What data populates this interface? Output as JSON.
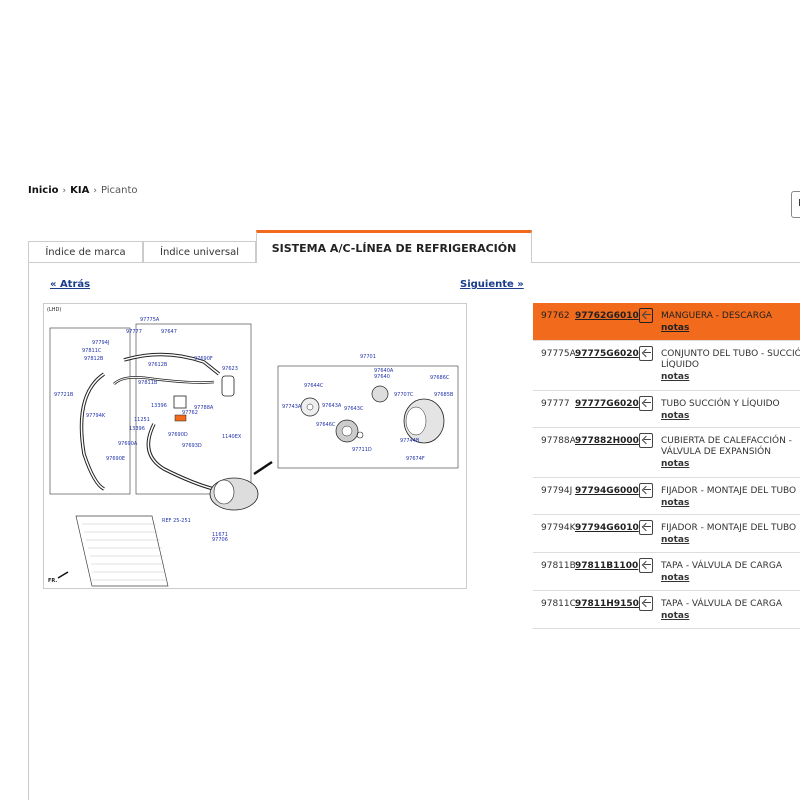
{
  "breadcrumb": {
    "home": "Inicio",
    "brand": "KIA",
    "model": "Picanto"
  },
  "tabs": {
    "brand_index": "Índice de marca",
    "universal_index": "Índice universal",
    "active": "SISTEMA A/C-LÍNEA DE REFRIGERACIÓN"
  },
  "nav": {
    "back": "« Atrás",
    "next": "Siguiente »"
  },
  "corner_button": {
    "label": "I"
  },
  "diagram": {
    "header": "(LHD)",
    "fr_label": "FR.",
    "ref_label": "REF 25-251",
    "labels": [
      "97775A",
      "97777",
      "97647",
      "97794J",
      "97811C",
      "97812B",
      "97612B",
      "97690F",
      "97623",
      "97811B",
      "97762",
      "97721B",
      "97794K",
      "97788A",
      "13396",
      "11251",
      "13396",
      "97690A",
      "97690E",
      "97690D",
      "97693D",
      "1140EX",
      "97701",
      "97640A",
      "97640",
      "97644C",
      "97686C",
      "97707C",
      "97685B",
      "97743A",
      "97643A",
      "97646C",
      "97643C",
      "97711D",
      "97744B",
      "97674F",
      "11671",
      "97706"
    ]
  },
  "parts": [
    {
      "ref": "97762",
      "pn": "97762G6010",
      "desc": "MANGUERA - DESCARGA",
      "notes": "notas",
      "selected": true
    },
    {
      "ref": "97775A",
      "pn": "97775G6020",
      "desc": "CONJUNTO DEL TUBO - SUCCIÓN Y",
      "desc2": "LÍQUIDO",
      "notes": "notas",
      "selected": false
    },
    {
      "ref": "97777",
      "pn": "97777G6020",
      "desc": "TUBO SUCCIÓN Y LÍQUIDO",
      "notes": "notas",
      "selected": false
    },
    {
      "ref": "97788A",
      "pn": "977882H000",
      "desc": "CUBIERTA DE CALEFACCIÓN -",
      "desc2": "VÁLVULA DE EXPANSIÓN",
      "notes": "notas",
      "selected": false
    },
    {
      "ref": "97794J",
      "pn": "97794G6000",
      "desc": "FIJADOR - MONTAJE DEL TUBO",
      "notes": "notas",
      "selected": false
    },
    {
      "ref": "97794K",
      "pn": "97794G6010",
      "desc": "FIJADOR - MONTAJE DEL TUBO",
      "notes": "notas",
      "selected": false
    },
    {
      "ref": "97811B",
      "pn": "97811B1100",
      "desc": "TAPA - VÁLVULA DE CARGA",
      "notes": "notas",
      "selected": false
    },
    {
      "ref": "97811C",
      "pn": "97811H9150",
      "desc": "TAPA - VÁLVULA DE CARGA",
      "notes": "notas",
      "selected": false
    }
  ],
  "colors": {
    "accent": "#f26a1b",
    "link": "#1a3c8c",
    "callout": "#2233aa"
  }
}
